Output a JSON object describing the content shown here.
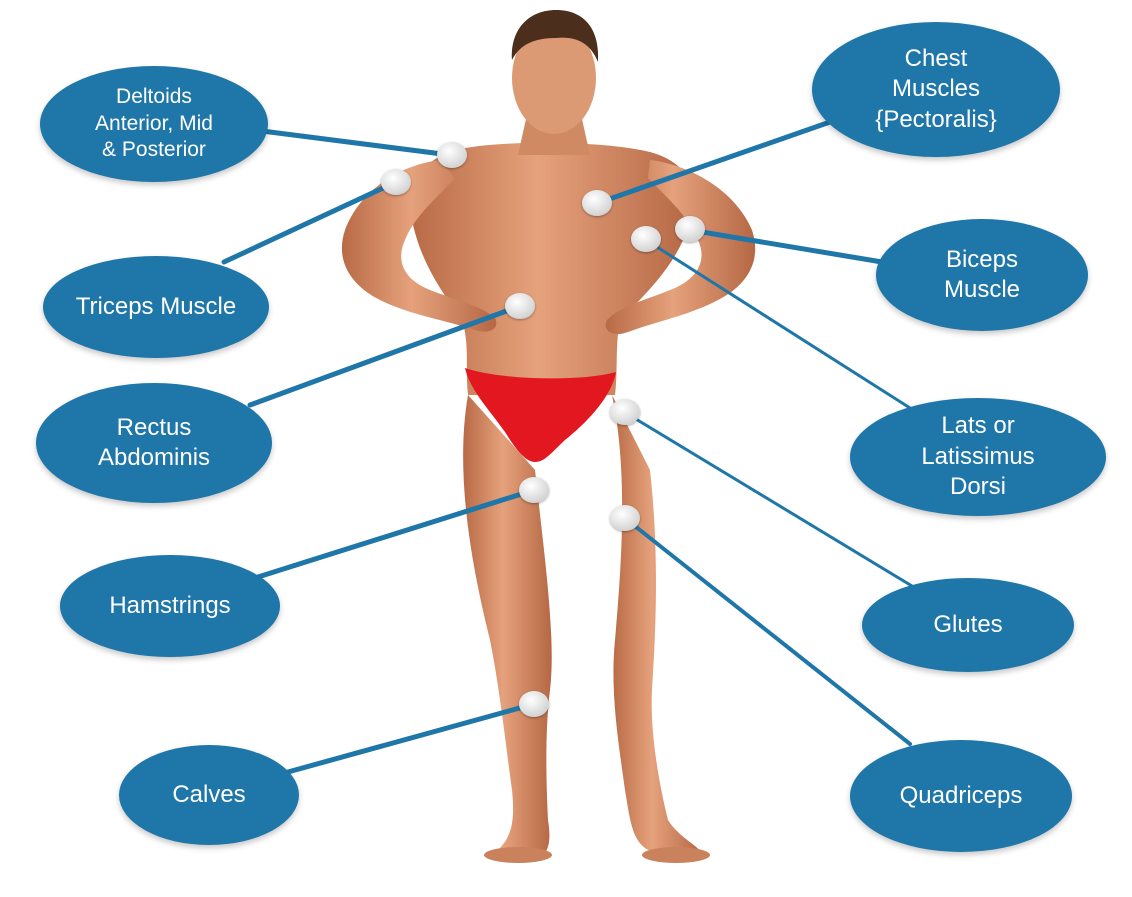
{
  "labels": {
    "deltoids": "Deltoids\nAnterior, Mid\n& Posterior",
    "chest": "Chest\nMuscles\n{Pectoralis}",
    "triceps": "Triceps Muscle",
    "biceps": "Biceps\nMuscle",
    "rectus": "Rectus\nAbdominis",
    "lats": "Lats or\nLatissimus\nDorsi",
    "hamstrings": "Hamstrings",
    "glutes": "Glutes",
    "calves": "Calves",
    "quadriceps": "Quadriceps"
  },
  "colors": {
    "bubble": "#1f76a8",
    "connector": "#1f76a8",
    "marker": "#eeeeee",
    "skin": "#d9916a",
    "briefs": "#e3171f",
    "hair": "#4b2e1b"
  }
}
